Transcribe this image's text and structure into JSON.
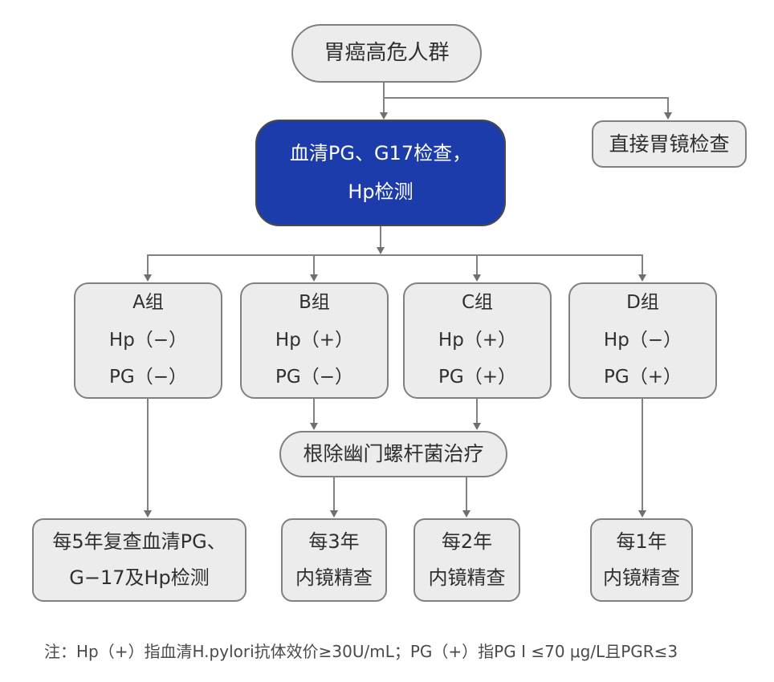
{
  "palette": {
    "node_fill": "#ececec",
    "node_border": "#808080",
    "highlight_fill": "#1d3cac",
    "highlight_border": "#4a4a4a",
    "highlight_text": "#ffffff",
    "connector": "#828282",
    "text": "#2f2f2f",
    "note_text": "#4a4a4a",
    "background": "#ffffff"
  },
  "nodes": {
    "start": {
      "label": "胃癌高危人群"
    },
    "serum_test": {
      "lines": [
        "血清PG、G17检查，",
        "Hp检测"
      ]
    },
    "direct_gastroscopy": {
      "label": "直接胃镜检查"
    },
    "group_a": {
      "lines": [
        "A组",
        "Hp（−）",
        "PG（−）"
      ]
    },
    "group_b": {
      "lines": [
        "B组",
        "Hp（+）",
        "PG（−）"
      ]
    },
    "group_c": {
      "lines": [
        "C组",
        "Hp（+）",
        "PG（+）"
      ]
    },
    "group_d": {
      "lines": [
        "D组",
        "Hp（−）",
        "PG（+）"
      ]
    },
    "eradication": {
      "label": "根除幽门螺杆菌治疗"
    },
    "followup_5y": {
      "lines": [
        "每5年复查血清PG、",
        "G−17及Hp检测"
      ]
    },
    "followup_3y": {
      "lines": [
        "每3年",
        "内镜精查"
      ]
    },
    "followup_2y": {
      "lines": [
        "每2年",
        "内镜精查"
      ]
    },
    "followup_1y": {
      "lines": [
        "每1年",
        "内镜精查"
      ]
    }
  },
  "edges": [
    {
      "from": "start",
      "to": "serum_test"
    },
    {
      "from": "start",
      "to": "direct_gastroscopy"
    },
    {
      "from": "serum_test",
      "to": "group_a"
    },
    {
      "from": "serum_test",
      "to": "group_b"
    },
    {
      "from": "serum_test",
      "to": "group_c"
    },
    {
      "from": "serum_test",
      "to": "group_d"
    },
    {
      "from": "group_b",
      "to": "eradication"
    },
    {
      "from": "group_c",
      "to": "eradication"
    },
    {
      "from": "group_a",
      "to": "followup_5y"
    },
    {
      "from": "eradication",
      "to": "followup_3y"
    },
    {
      "from": "eradication",
      "to": "followup_2y"
    },
    {
      "from": "group_d",
      "to": "followup_1y"
    }
  ],
  "note": "注：Hp（+）指血清H.pylori抗体效价≥30U/mL；PG（+）指PG Ⅰ ≤70 μg/L且PGR≤3"
}
